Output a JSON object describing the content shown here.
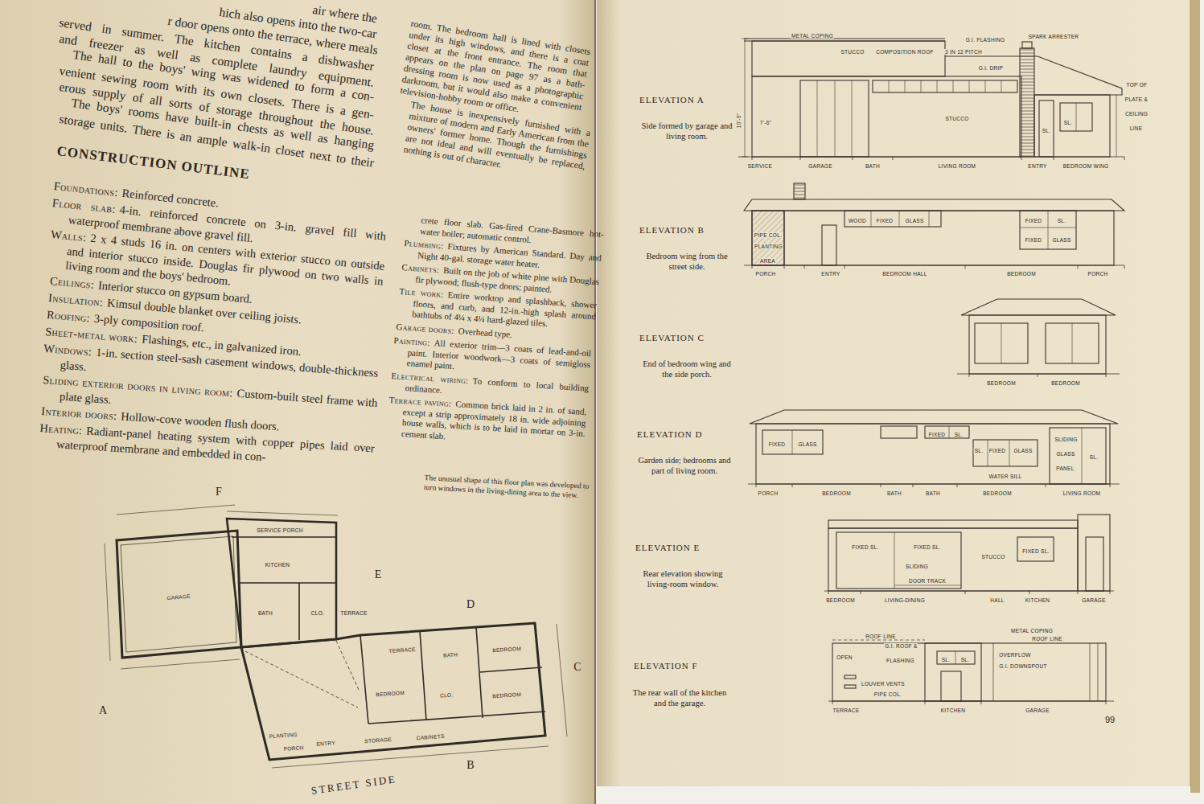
{
  "diagram": {
    "caption": "The unusual shape of this floor plan was developed to turn windows in the living-dining area to the view.",
    "labels": [
      "air where the",
      "hich also opens into the two-car",
      "r door opens onto the terrace, where meals",
      "served in summer. The kitchen contains a dishwasher",
      "and freezer as well as complete laundry equipment.",
      "The hall to the boys' wing was widened to form a con-",
      "venient sewing room with its own closets. There is a gen-",
      "erous supply of all sorts of storage throughout the house.",
      "The boys' rooms have built-in chests as well as hanging",
      "storage units. There is an ample walk-in closet next to their",
      "room. The bedroom hall is lined with closets under its high windows, and there is a coat closet at the front entrance. The room that appears on the plan on page 97 as a bath-dressing room is now used as a photographic darkroom, but it would also make a convenient television-hobby room or office.",
      "The house is inexpensively furnished with a mixture of modern and Early American from the owners' former home. Though the furnishings are not ideal and will eventually be replaced, nothing is out of character.",
      "CONSTRUCTION OUTLINE",
      "Foundations:",
      "Reinforced concrete.",
      "Floor slab:",
      "4-in. reinforced concrete on 3-in. gravel fill with waterproof membrane above gravel fill.",
      "Walls:",
      "2 x 4 studs 16 in. on centers with exterior stucco on outside and interior stucco inside. Douglas fir plywood on two walls in living room and the boys' bedroom.",
      "Ceilings:",
      "Interior stucco on gypsum board.",
      "Insulation:",
      "Kimsul double blanket over ceiling joists.",
      "Roofing:",
      "3-ply composition roof.",
      "Sheet-metal work:",
      "Flashings, etc., in galvanized iron.",
      "Windows:",
      "1-in. section steel-sash casement windows, double-thickness glass.",
      "Sliding exterior doors in living room:",
      "Custom-built steel frame with plate glass.",
      "Interior doors:",
      "Hollow-cove wooden flush doors.",
      "Heating:",
      "Radiant-panel heating system with copper pipes laid over waterproof membrane and embedded in con-",
      "crete floor slab. Gas-fired Crane-Basmore hot-water boiler; automatic control.",
      "Plumbing:",
      "Fixtures by American Standard. Day and Night 40-gal. storage water heater.",
      "Cabinets:",
      "Built on the job of white pine with Douglas fir plywood; flush-type doors; painted.",
      "Tile work:",
      "Entire worktop and splashback, shower floors, and curb, and 12-in.-high splash around bathtubs of 4¼ x 4¼ hard-glazed tiles.",
      "Garage doors:",
      "Overhead type.",
      "Painting:",
      "All exterior trim—3 coats of lead-and-oil paint. Interior woodwork—3 coats of semigloss enamel paint.",
      "Electrical wiring:",
      "To conform to local building ordinance.",
      "Terrace paving:",
      "Common brick laid in 2 in. of sand, except a strip approximately 18 in. wide adjoining house walls, which is to be laid in mortar on 3-in. cement slab.",
      "F",
      "E",
      "D",
      "C",
      "A",
      "B",
      "STREET SIDE",
      "GARAGE",
      "SERVICE PORCH",
      "KITCHEN",
      "BATH",
      "TERRACE",
      "TERRACE",
      "BEDROOM",
      "BATH",
      "BEDROOM",
      "BEDROOM",
      "ENTRY",
      "PORCH",
      "PLANTING",
      "STORAGE",
      "CABINETS",
      "CLO.",
      "CLO.",
      "ELEVATION A",
      "Side formed by garage and living room.",
      "ELEVATION B",
      "Bedroom wing from the street side.",
      "ELEVATION C",
      "End of bedroom wing and the side porch.",
      "ELEVATION D",
      "Garden side; bedrooms and part of living room.",
      "ELEVATION E",
      "Rear elevation showing living-room window.",
      "ELEVATION F",
      "The rear wall of the kitchen and the garage.",
      "99",
      "METAL COPING",
      "STUCCO",
      "COMPOSITION ROOF",
      "3 IN 12 PITCH",
      "G.I. FLASHING",
      "SPARK ARRESTER",
      "G.I. DRIP",
      "TOP OF PLATE & CEILING LINE",
      "STUCCO",
      "SL.",
      "SL.",
      "SERVICE",
      "GARAGE",
      "BATH",
      "LIVING ROOM",
      "ENTRY",
      "BEDROOM WING",
      "10'-0\"",
      "7'-6\"",
      "PIPE COL.",
      "PLANTING AREA",
      "WOOD",
      "FIXED",
      "GLASS",
      "FIXED",
      "SL.",
      "FIXED",
      "GLASS",
      "PORCH",
      "ENTRY",
      "BEDROOM HALL",
      "BEDROOM",
      "PORCH",
      "BEDROOM",
      "BEDROOM",
      "FIXED",
      "GLASS",
      "FIXED",
      "SL.",
      "SL.",
      "FIXED",
      "GLASS",
      "SLIDING GLASS PANEL",
      "SL.",
      "WATER SILL",
      "PORCH",
      "BEDROOM",
      "BATH",
      "BATH",
      "BEDROOM",
      "LIVING ROOM",
      "FIXED SL.",
      "FIXED SL.",
      "SLIDING",
      "DOOR TRACK",
      "STUCCO",
      "FIXED SL.",
      "BEDROOM",
      "LIVING-DINING",
      "HALL",
      "KITCHEN",
      "GARAGE",
      "ROOF LINE",
      "METAL COPING",
      "ROOF LINE",
      "G.I. ROOF & FLASHING",
      "OVERFLOW",
      "OPEN",
      "SL.",
      "SL.",
      "G.I. DOWNSPOUT",
      "LOUVER VENTS",
      "PIPE COL.",
      "TERRACE",
      "KITCHEN",
      "GARAGE"
    ]
  }
}
